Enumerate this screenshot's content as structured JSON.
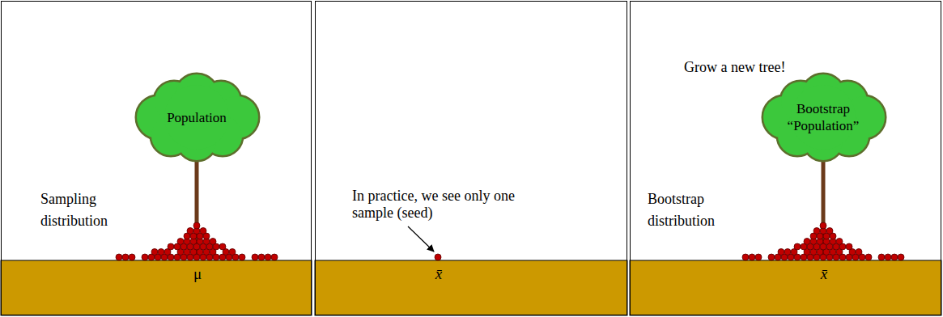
{
  "diagram": {
    "nodes": [
      {
        "text": [
          "Sampling distribution",
          "μ"
        ]
      },
      {
        "text": [
          "Population"
        ],
        "in": 0
      },
      {
        "text": [
          "In practice, we see only one sample (seed)",
          "x̄"
        ]
      },
      {
        "text": [
          "Grow a new tree!",
          "Bootstrap distribution",
          "x̄"
        ]
      },
      {
        "text": [
          "Bootstrap “Population”"
        ],
        "in": 3
      }
    ]
  }
}
